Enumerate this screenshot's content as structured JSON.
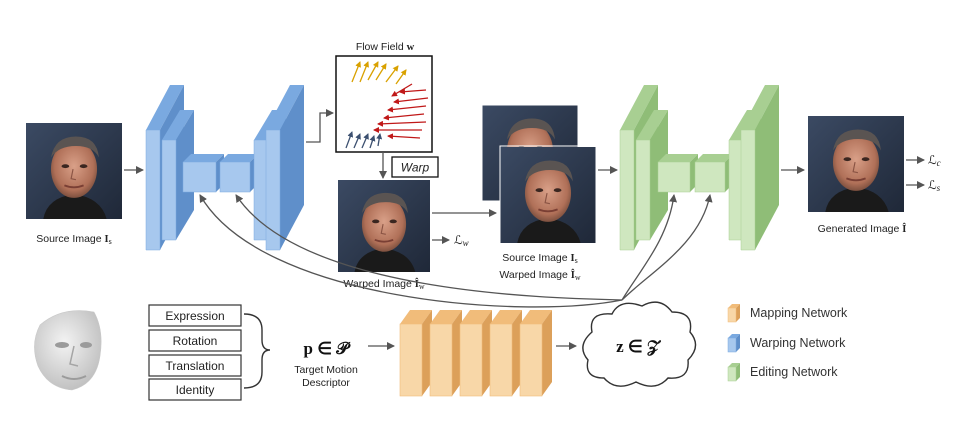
{
  "colors": {
    "warping_face": "#a7c8ee",
    "warping_side": "#7aa9e0",
    "warping_dark": "#5f8fca",
    "editing_face": "#cfe7bf",
    "editing_side": "#a8cf92",
    "editing_dark": "#8fbd77",
    "mapping_face": "#f8d7a8",
    "mapping_side": "#f1bc7a",
    "mapping_dark": "#dca05a",
    "arrow": "#555555",
    "flow_yellow": "#d9a100",
    "flow_red": "#c01818",
    "flow_blue": "#3c5070"
  },
  "labels": {
    "flow_field_text": "Flow Field",
    "flow_field_sym": "w",
    "warp": "Warp",
    "source_image_text": "Source Image",
    "source_image_sym": "I",
    "source_image_sub": "s",
    "warped_image_text": "Warped Image",
    "warped_image_sym": "Î",
    "warped_image_sub": "w",
    "generated_image_text": "Generated Image",
    "generated_image_sym": "Î",
    "loss_w": "ℒ",
    "loss_w_sub": "w",
    "loss_c": "ℒ",
    "loss_c_sub": "c",
    "loss_s": "ℒ",
    "loss_s_sub": "s",
    "p_in_P": "p ∈ 𝒫",
    "target_motion_1": "Target Motion",
    "target_motion_2": "Descriptor",
    "z_in_Z": "z  ∈  𝒵"
  },
  "motion_boxes": [
    "Expression",
    "Rotation",
    "Translation",
    "Identity"
  ],
  "legend": [
    {
      "label": "Mapping Network",
      "color_key": "mapping"
    },
    {
      "label": "Warping Network",
      "color_key": "warping"
    },
    {
      "label": "Editing Network",
      "color_key": "editing"
    }
  ]
}
